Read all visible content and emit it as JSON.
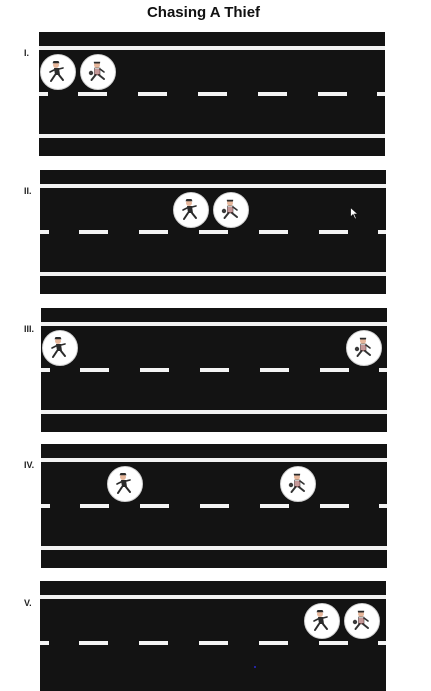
{
  "title": "Chasing A Thief",
  "panels": [
    {
      "label": "I.",
      "figures": [
        "police-icon",
        "thief-icon"
      ]
    },
    {
      "label": "II.",
      "figures": [
        "police-icon",
        "thief-icon"
      ]
    },
    {
      "label": "III.",
      "figures": [
        "police-icon",
        "thief-icon"
      ]
    },
    {
      "label": "IV.",
      "figures": [
        "police-icon",
        "thief-icon"
      ]
    },
    {
      "label": "V.",
      "figures": [
        "police-icon",
        "thief-icon"
      ]
    }
  ],
  "colors": {
    "road": "#131313",
    "lane": "#f2f2f2",
    "token_bg": "#ffffff",
    "police_cap": "#2b2b2b",
    "thief_stripes": "#8a2f2f"
  }
}
